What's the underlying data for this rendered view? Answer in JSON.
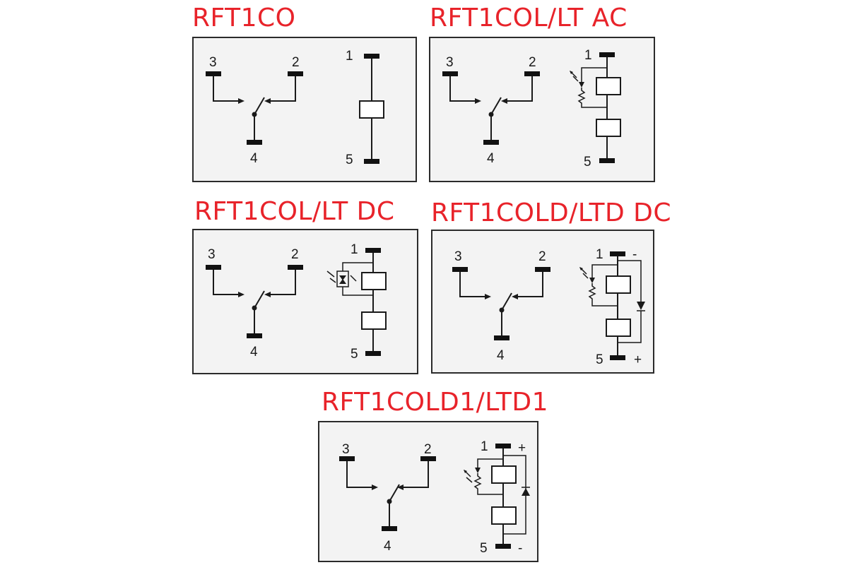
{
  "panels": [
    {
      "title": "RFT1CO",
      "labels": {
        "t3": "3",
        "t2": "2",
        "t4": "4",
        "t1": "1",
        "t5": "5"
      }
    },
    {
      "title": "RFT1COL/LT AC",
      "labels": {
        "t3": "3",
        "t2": "2",
        "t4": "4",
        "t1": "1",
        "t5": "5"
      }
    },
    {
      "title": "RFT1COL/LT DC",
      "labels": {
        "t3": "3",
        "t2": "2",
        "t4": "4",
        "t1": "1",
        "t5": "5"
      }
    },
    {
      "title": "RFT1COLD/LTD DC",
      "labels": {
        "t3": "3",
        "t2": "2",
        "t4": "4",
        "t1": "1",
        "t5": "5",
        "pol1": "-",
        "pol5": "+"
      }
    },
    {
      "title": "RFT1COLD1/LTD1",
      "labels": {
        "t3": "3",
        "t2": "2",
        "t4": "4",
        "t1": "1",
        "t5": "5",
        "pol1": "+",
        "pol5": "-"
      }
    }
  ],
  "colors": {
    "title": "#e8232a",
    "panel_bg": "#f3f3f3",
    "ink": "#1a1a1a"
  },
  "icons": [
    "changeover-contact-icon",
    "relay-coil-icon",
    "led-indicator-icon",
    "diode-icon"
  ]
}
